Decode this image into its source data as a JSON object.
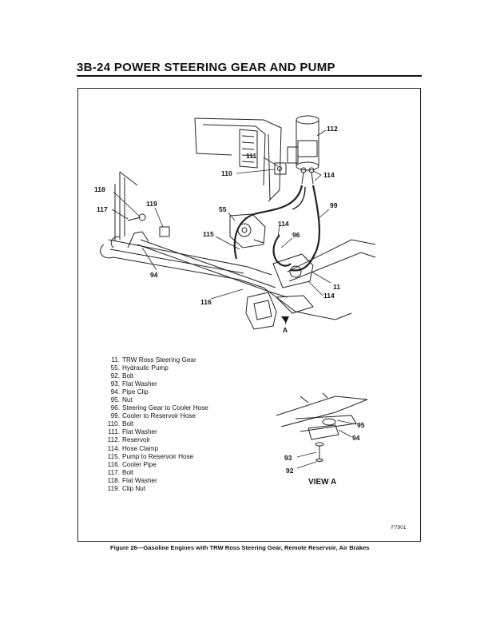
{
  "header": {
    "title": "3B-24  POWER STEERING GEAR AND PUMP"
  },
  "callouts": {
    "c112": "112",
    "c111": "111",
    "c110": "110",
    "c114a": "114",
    "c118": "118",
    "c119": "119",
    "c117": "117",
    "c55": "55",
    "c99": "99",
    "c114b": "114",
    "c115": "115",
    "c96": "96",
    "c94": "94",
    "c11": "11",
    "c114c": "114",
    "c116": "116",
    "cA": "A"
  },
  "view_a": {
    "label": "VIEW A",
    "c95": "95",
    "c94": "94",
    "c93": "93",
    "c92": "92"
  },
  "legend": [
    {
      "num": "11.",
      "text": "TRW Ross Steering Gear"
    },
    {
      "num": "55.",
      "text": "Hydraulic Pump"
    },
    {
      "num": "92.",
      "text": "Bolt"
    },
    {
      "num": "93.",
      "text": "Flat Washer"
    },
    {
      "num": "94.",
      "text": "Pipe Clip"
    },
    {
      "num": "95.",
      "text": "Nut"
    },
    {
      "num": "96.",
      "text": "Steering Gear to Cooler Hose"
    },
    {
      "num": "99.",
      "text": "Cooler to Reservoir Hose"
    },
    {
      "num": "110.",
      "text": "Bolt"
    },
    {
      "num": "111.",
      "text": "Flat Washer"
    },
    {
      "num": "112.",
      "text": "Reservoir"
    },
    {
      "num": "114.",
      "text": "Hose Clamp"
    },
    {
      "num": "115.",
      "text": "Pump to Reservoir Hose"
    },
    {
      "num": "116.",
      "text": "Cooler Pipe"
    },
    {
      "num": "117.",
      "text": "Bolt"
    },
    {
      "num": "118.",
      "text": "Flat Washer"
    },
    {
      "num": "119.",
      "text": "Clip Nut"
    }
  ],
  "figure_id": "F7901",
  "caption": "Figure 26—Gasoline Engines with TRW Ross Steering Gear, Remote Reservoir, Air Brakes"
}
